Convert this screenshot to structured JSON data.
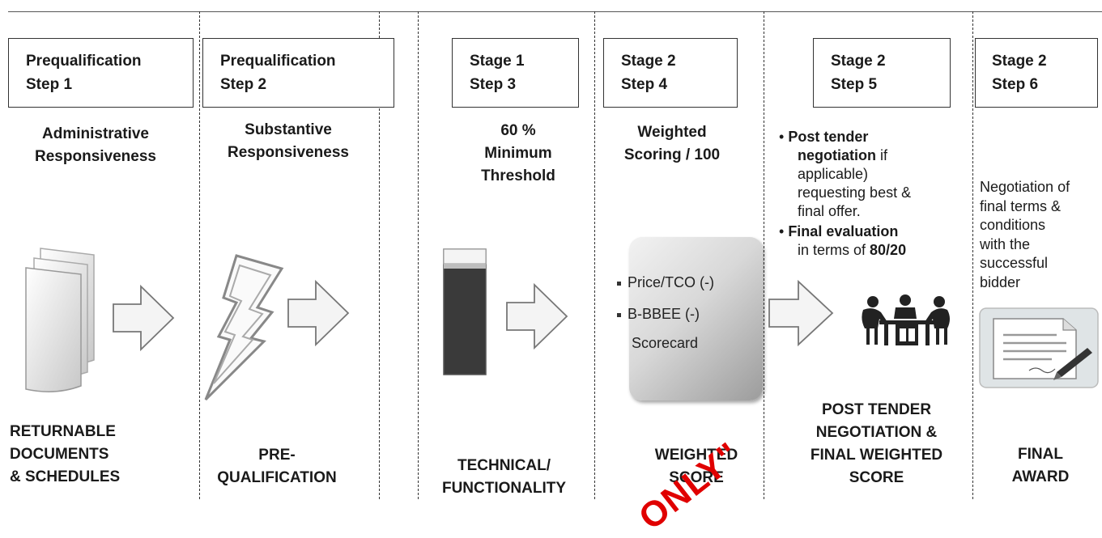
{
  "stages": [
    {
      "step_title": [
        "Prequalification",
        "Step 1"
      ],
      "heading": [
        "Administrative",
        "Responsiveness"
      ],
      "bottom_label": [
        "RETURNABLE",
        "DOCUMENTS",
        "& SCHEDULES"
      ],
      "icon": "documents-icon"
    },
    {
      "step_title": [
        "Prequalification",
        "Step 2"
      ],
      "heading": [
        "Substantive",
        "Responsiveness"
      ],
      "bottom_label": [
        "PRE-",
        "QUALIFICATION"
      ],
      "icon": "lightning-icon"
    },
    {
      "step_title": [
        "Stage 1",
        "Step 3"
      ],
      "heading": [
        "60 %",
        "Minimum",
        "Threshold"
      ],
      "bottom_label": [
        "TECHNICAL/",
        "FUNCTIONALITY"
      ],
      "icon": "threshold-bar-icon"
    },
    {
      "step_title": [
        "Stage 2",
        "Step 4"
      ],
      "heading": [
        "Weighted",
        "Scoring / 100"
      ],
      "bottom_label": [
        "WEIGHTED",
        "SCORE"
      ],
      "icon": "scorecard-icon",
      "scorecard_items": [
        "Price/TCO (-)",
        "B-BBEE (-)",
        "Scorecard"
      ]
    },
    {
      "step_title": [
        "Stage 2",
        "Step 5"
      ],
      "bullets": [
        {
          "bold": "Post tender",
          "lines": [
            {
              "text": "negotiation",
              "bold": true,
              "suffix": " if"
            },
            {
              "text": "applicable)",
              "bold": false
            },
            {
              "text": "requesting best &",
              "bold": false
            },
            {
              "text": "final offer.",
              "bold": false
            }
          ]
        },
        {
          "bold": "Final evaluation",
          "lines": [
            {
              "text": "in terms of ",
              "bold": false,
              "suffix_bold": "80/20"
            }
          ]
        }
      ],
      "bottom_label": [
        "POST TENDER",
        "NEGOTIATION &",
        "FINAL WEIGHTED",
        "SCORE"
      ],
      "icon": "meeting-people-icon"
    },
    {
      "step_title": [
        "Stage 2",
        "Step 6"
      ],
      "note": [
        "Negotiation of",
        "final terms &",
        "conditions",
        "with the",
        "successful",
        "bidder"
      ],
      "bottom_label": [
        "FINAL",
        "AWARD"
      ],
      "icon": "contract-signing-icon"
    }
  ],
  "watermark": "ONLY\"",
  "colors": {
    "stamp": "#e00000",
    "threshold_bar": "#3a3a3a",
    "line": "#333333"
  }
}
